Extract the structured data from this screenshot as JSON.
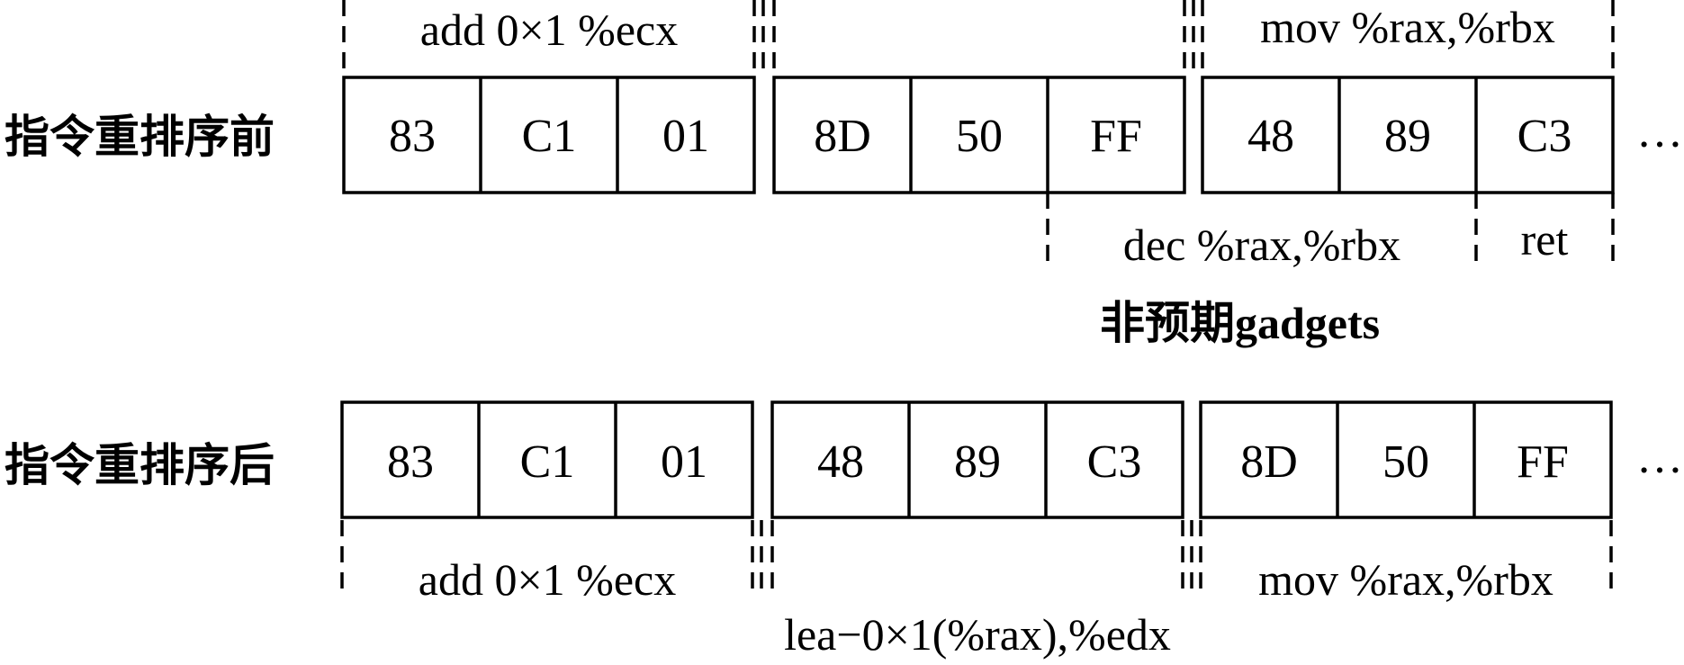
{
  "before": {
    "row_label": "指令重排序前",
    "groups": [
      {
        "bytes": [
          "83",
          "C1",
          "01"
        ]
      },
      {
        "bytes": [
          "8D",
          "50",
          "FF"
        ]
      },
      {
        "bytes": [
          "48",
          "89",
          "C3"
        ]
      }
    ],
    "ellipsis": "…",
    "top_annotations": [
      "add 0×1 %ecx",
      "",
      "mov %rax,%rbx"
    ],
    "gadget_annotations": [
      "dec %rax,%rbx",
      "ret"
    ],
    "gadget_caption": "非预期gadgets"
  },
  "after": {
    "row_label": "指令重排序后",
    "groups": [
      {
        "bytes": [
          "83",
          "C1",
          "01"
        ]
      },
      {
        "bytes": [
          "48",
          "89",
          "C3"
        ]
      },
      {
        "bytes": [
          "8D",
          "50",
          "FF"
        ]
      }
    ],
    "ellipsis": "…",
    "bottom_annotations": [
      "add 0×1 %ecx",
      "",
      "mov %rax,%rbx"
    ],
    "bottom_caption": "lea−0×1(%rax),%edx"
  }
}
